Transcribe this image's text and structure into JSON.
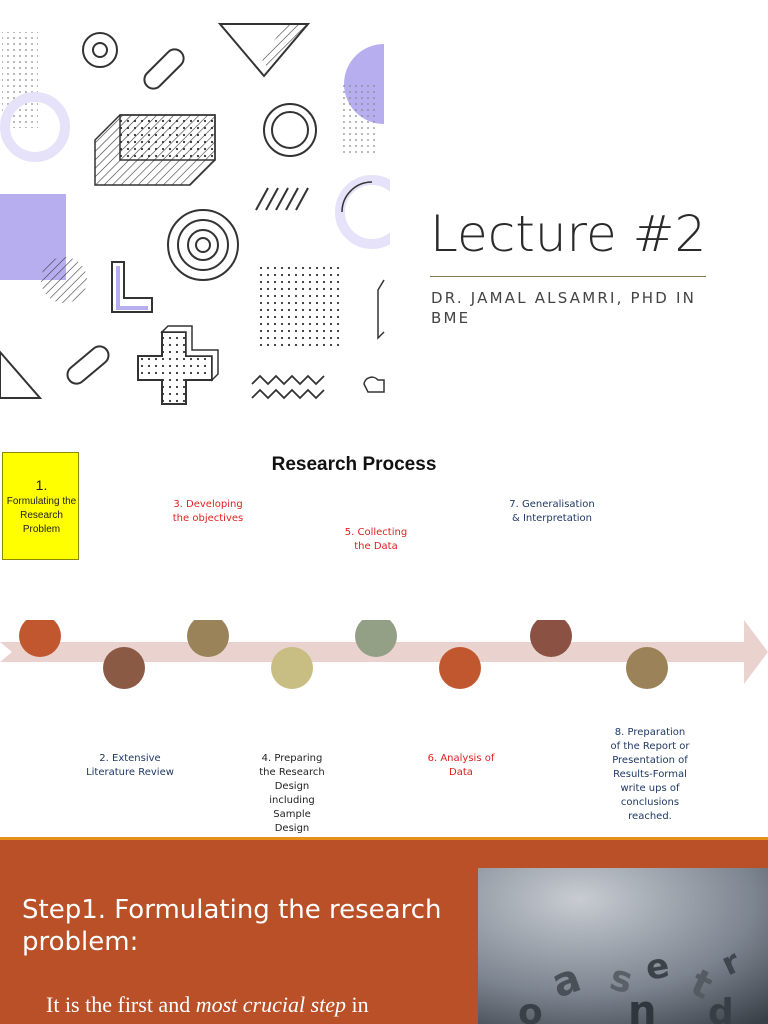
{
  "slide1": {
    "title": "Lecture #2",
    "subtitle": "DR. JAMAL ALSAMRI, PHD IN BME"
  },
  "slide2": {
    "title": "Research Process",
    "step1": {
      "number": "1.",
      "label": "Formulating the Research Problem"
    },
    "steps_above": [
      {
        "text": "3. Developing the objectives",
        "color": "#e02020"
      },
      {
        "text": "5.  Collecting the Data",
        "color": "#e02020"
      },
      {
        "text": "7. Generalisation & Interpretation",
        "color": "#1f3864"
      }
    ],
    "steps_below": [
      {
        "text": "2. Extensive Literature Review",
        "color": "#1f3864"
      },
      {
        "text": "4. Preparing the Research Design including Sample Design",
        "color": "#222222"
      },
      {
        "text": "6.  Analysis of Data",
        "color": "#e02020"
      },
      {
        "text": "8. Preparation of the Report or Presentation of Results-Formal write ups of conclusions reached.",
        "color": "#1f3864"
      }
    ],
    "circle_colors": [
      "#c0572f",
      "#8b5a45",
      "#9a8358",
      "#c8bd82",
      "#94a085",
      "#c0572f",
      "#8b5244",
      "#9c8258"
    ]
  },
  "slide3": {
    "title": "Step1. Formulating the research problem:",
    "body_part1": "It is the first and ",
    "body_emph": "most crucial step",
    "body_part2": " in"
  }
}
